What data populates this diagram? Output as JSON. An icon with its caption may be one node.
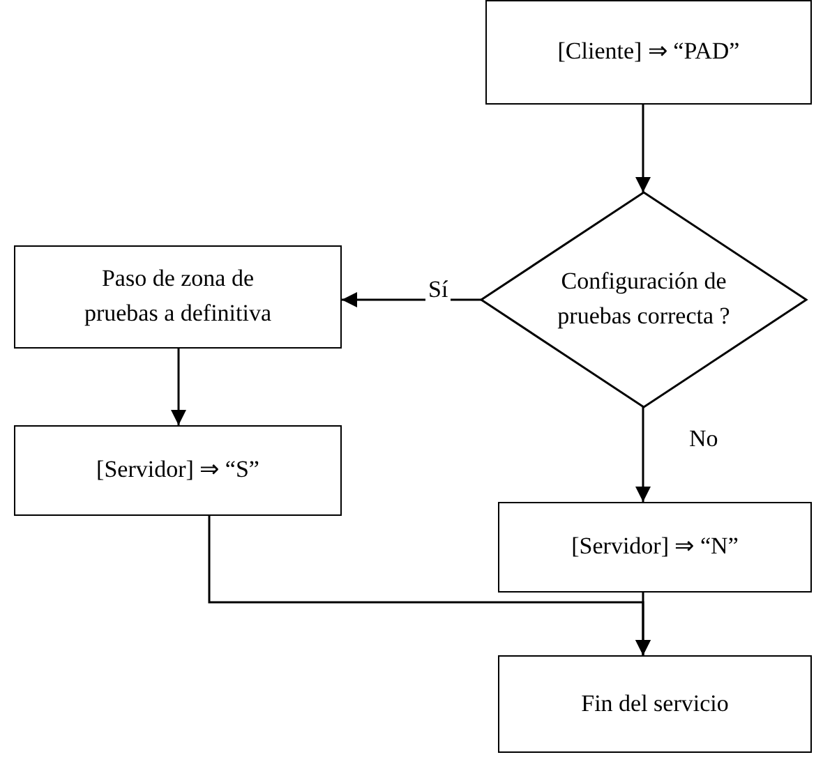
{
  "diagram": {
    "nodes": [
      {
        "text": [
          "[Cliente] ⇒ “PAD”"
        ]
      },
      {
        "text": [
          "Configuración de pruebas correcta ?"
        ]
      },
      {
        "text": [
          "Paso de zona de pruebas a definitiva"
        ]
      },
      {
        "text": [
          "[Servidor] ⇒ “S”"
        ]
      },
      {
        "text": [
          "[Servidor] ⇒ “N”"
        ]
      },
      {
        "text": [
          "Fin del servicio"
        ]
      }
    ],
    "edges": [
      {
        "from": 0,
        "to": 1,
        "arrow": "to"
      },
      {
        "from": 1,
        "to": 2,
        "arrow": "to",
        "label": "Sí"
      },
      {
        "from": 2,
        "to": 3,
        "arrow": "to"
      },
      {
        "from": 1,
        "to": 4,
        "arrow": "to",
        "label": "No"
      },
      {
        "from": 4,
        "to": 5,
        "arrow": "to"
      },
      {
        "from": 3,
        "to": 5,
        "arrow": "to"
      }
    ]
  }
}
